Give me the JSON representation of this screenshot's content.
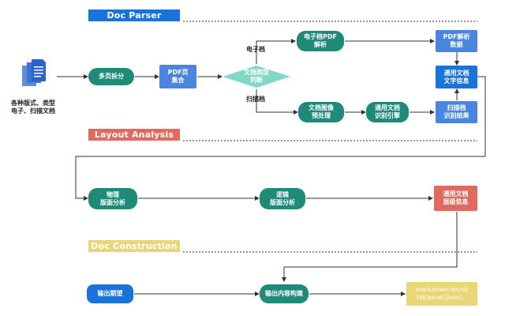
{
  "sections": {
    "doc_parser": "Doc Parser",
    "layout_analysis": "Layout Analysis",
    "doc_construction": "Doc Construction"
  },
  "input": {
    "label_line1": "各种版式、类型",
    "label_line2": "电子、扫描文档"
  },
  "parser": {
    "split": "多页拆分",
    "pdf_set_1": "PDF页",
    "pdf_set_2": "集合",
    "judge_1": "文档类型",
    "judge_2": "判断",
    "branch_electronic": "电子档",
    "branch_scan": "扫描档",
    "e_pdf_parse_1": "电子档PDF",
    "e_pdf_parse_2": "解析",
    "pdf_data_1": "PDF解析",
    "pdf_data_2": "数据",
    "img_pre_1": "文档图像",
    "img_pre_2": "预处理",
    "ocr_engine_1": "通用文档",
    "ocr_engine_2": "识别引擎",
    "scan_result_1": "扫描档",
    "scan_result_2": "识别结果",
    "text_info_1": "通用文档",
    "text_info_2": "文字信息"
  },
  "layout": {
    "physical_1": "物理",
    "physical_2": "版面分析",
    "logical_1": "逻辑",
    "logical_2": "版面分析",
    "hier_1": "通用文档",
    "hier_2": "层级信息"
  },
  "construction": {
    "expect": "输出期望",
    "build": "输出内容构建",
    "formats_1": "markdown/word/",
    "formats_2": "txt/excel/json/..."
  },
  "colors": {
    "doc_parser_band": "#1973d9",
    "layout_analysis_band": "#e06a60",
    "doc_construction_band": "#e9d777",
    "pill_green": "#1f8a78",
    "rect_blue": "#4a86e0",
    "diamond": "#7fd9c3"
  },
  "icons": {
    "input": "document-stack-icon"
  }
}
